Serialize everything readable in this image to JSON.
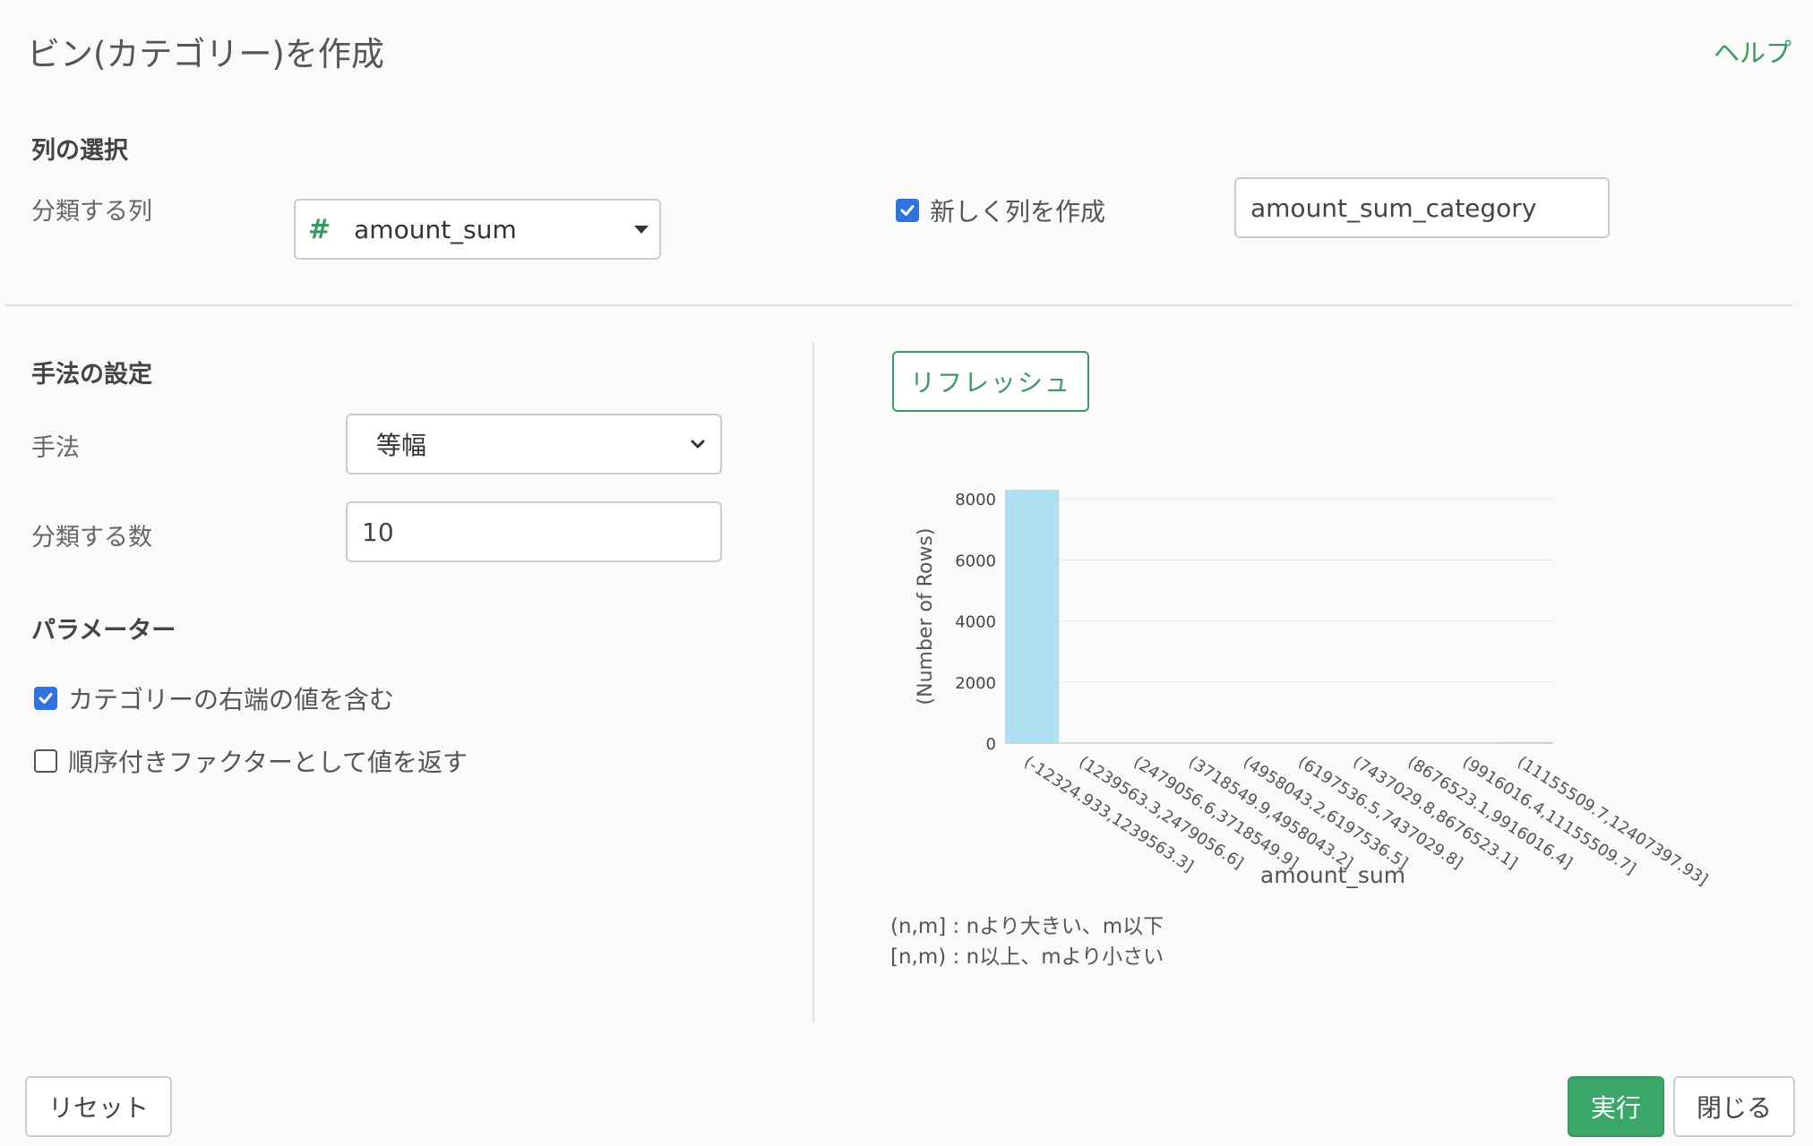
{
  "header": {
    "title": "ビン(カテゴリー)を作成",
    "help_label": "ヘルプ"
  },
  "column_section": {
    "heading": "列の選択",
    "column_label": "分類する列",
    "column_type_icon": "#",
    "column_value": "amount_sum",
    "new_column_label": "新しく列を作成",
    "new_column_checked": true,
    "new_column_value": "amount_sum_category"
  },
  "method_section": {
    "heading": "手法の設定",
    "method_label": "手法",
    "method_value": "等幅",
    "count_label": "分類する数",
    "count_value": "10"
  },
  "param_section": {
    "heading": "パラメーター",
    "include_right_label": "カテゴリーの右端の値を含む",
    "include_right_checked": true,
    "ordered_label": "順序付きファクターとして値を返す",
    "ordered_checked": false
  },
  "preview": {
    "refresh_label": "リフレッシュ",
    "note_line1": "(n,m] : nより大きい、m以下",
    "note_line2": "[n,m) : n以上、mより小さい"
  },
  "chart_data": {
    "type": "bar",
    "categories": [
      "(-12324.933,1239563.3]",
      "(1239563.3,2479056.6]",
      "(2479056.6,3718549.9]",
      "(3718549.9,4958043.2]",
      "(4958043.2,6197536.5]",
      "(6197536.5,7437029.8]",
      "(7437029.8,8676523.1]",
      "(8676523.1,9916016.4]",
      "(9916016.4,11155509.7]",
      "(11155509.7,12407397.93]"
    ],
    "values": [
      8300,
      10,
      5,
      3,
      3,
      2,
      2,
      2,
      2,
      40
    ],
    "xlabel": "amount_sum",
    "ylabel": "(Number of Rows)",
    "yticks": [
      0,
      2000,
      4000,
      6000,
      8000
    ],
    "ylim": [
      0,
      8300
    ],
    "grid": true,
    "bar_color": "#aee0f2"
  },
  "footer": {
    "reset_label": "リセット",
    "run_label": "実行",
    "close_label": "閉じる"
  },
  "colors": {
    "accent": "#3a9a62",
    "checkbox": "#2f72e0"
  }
}
